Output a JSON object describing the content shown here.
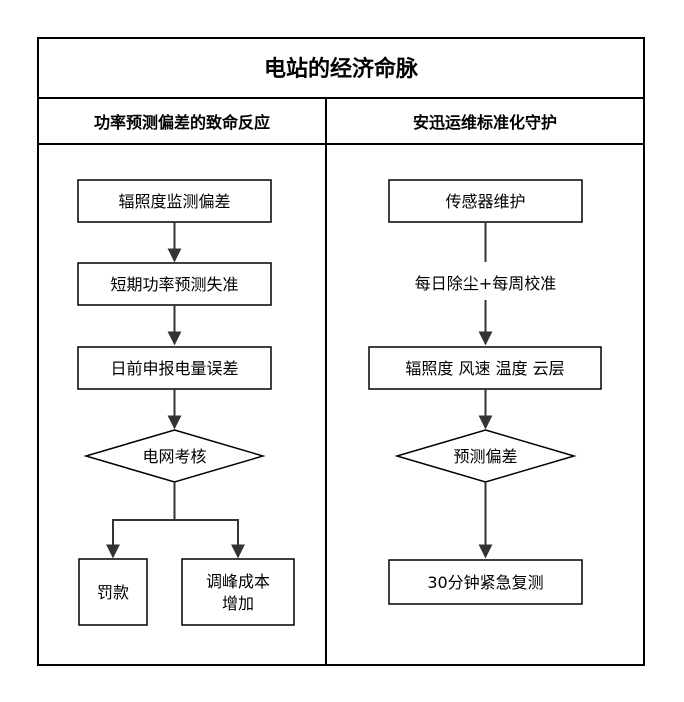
{
  "title": "电站的经济命脉",
  "left": {
    "heading": "功率预测偏差的致命反应",
    "steps": [
      "辐照度监测偏差",
      "短期功率预测失准",
      "日前申报电量误差"
    ],
    "decision": "电网考核",
    "outcome_a": "罚款",
    "outcome_b_line1": "调峰成本",
    "outcome_b_line2": "增加"
  },
  "right": {
    "heading": "安迅运维标准化守护",
    "step1": "传感器维护",
    "edge_label": "每日除尘+每周校准",
    "step2": "辐照度 风速 温度 云层",
    "decision": "预测偏差",
    "step3": "30分钟紧急复测"
  }
}
